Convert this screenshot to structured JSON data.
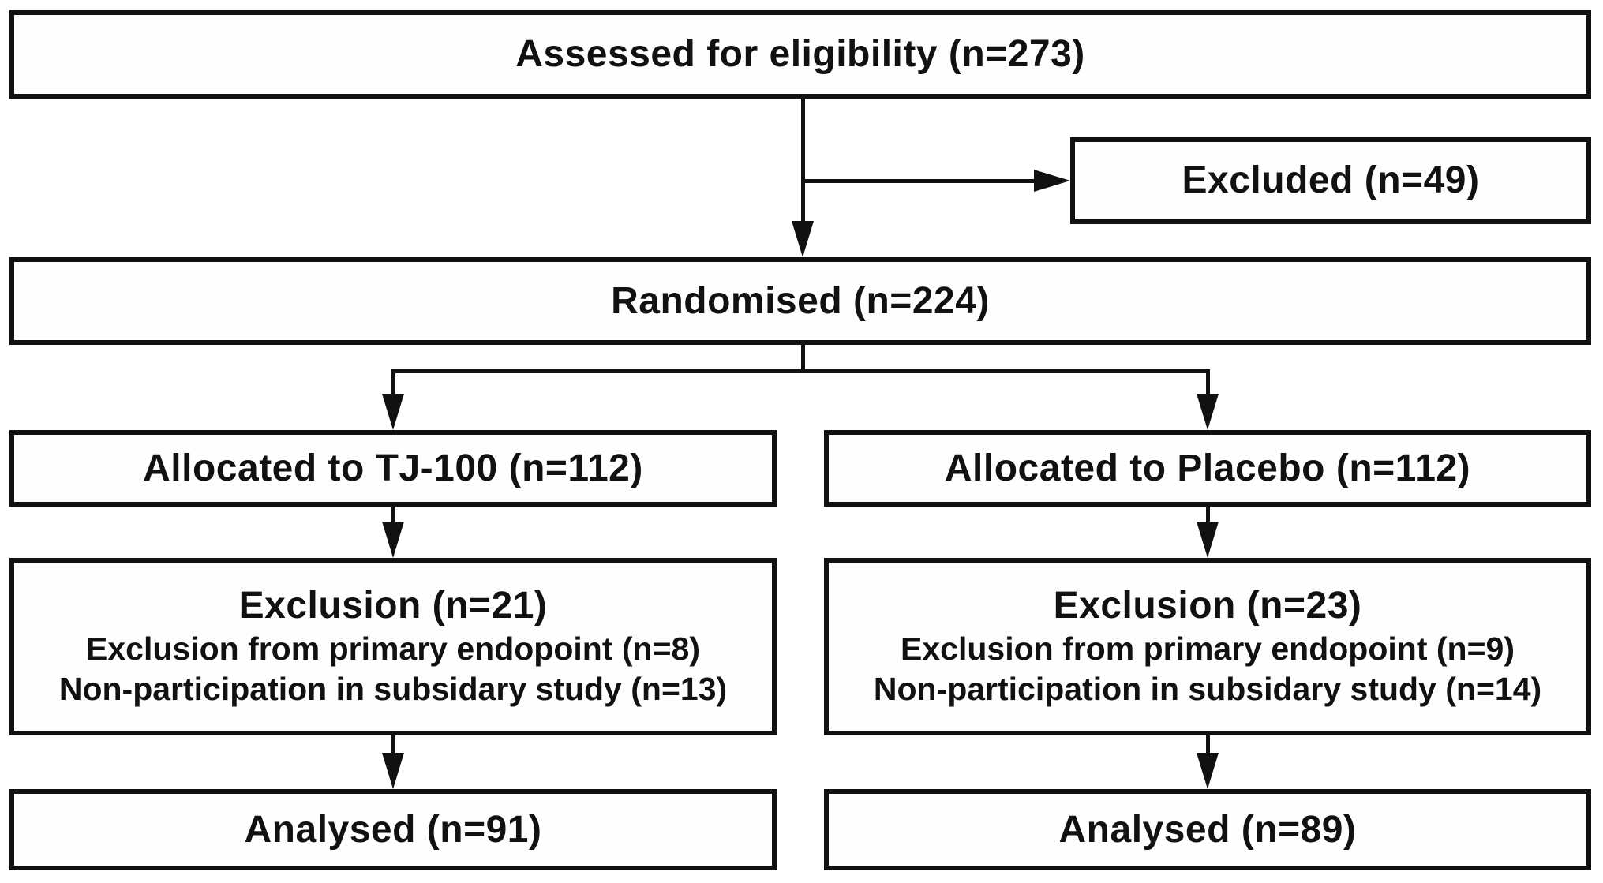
{
  "diagram": {
    "type": "consort-flowchart",
    "colors": {
      "border": "#111111",
      "text": "#111111",
      "background": "#ffffff"
    },
    "nodes": {
      "assessed": {
        "label": "Assessed for eligibility (n=273)"
      },
      "excluded": {
        "label": "Excluded (n=49)"
      },
      "randomised": {
        "label": "Randomised (n=224)"
      },
      "allocated_tj100": {
        "label": "Allocated to TJ-100 (n=112)"
      },
      "allocated_placebo": {
        "label": "Allocated to Placebo (n=112)"
      },
      "exclusion_tj100": {
        "label": "Exclusion (n=21)",
        "lines": [
          "Exclusion from primary endopoint (n=8)",
          "Non-participation in subsidary study (n=13)"
        ]
      },
      "exclusion_placebo": {
        "label": "Exclusion (n=23)",
        "lines": [
          "Exclusion from primary endopoint (n=9)",
          "Non-participation in subsidary study (n=14)"
        ]
      },
      "analysed_tj100": {
        "label": "Analysed (n=91)"
      },
      "analysed_placebo": {
        "label": "Analysed (n=89)"
      }
    },
    "edges": [
      {
        "from": "assessed",
        "to": "randomised"
      },
      {
        "from": "assessed",
        "to": "excluded"
      },
      {
        "from": "randomised",
        "to": "allocated_tj100"
      },
      {
        "from": "randomised",
        "to": "allocated_placebo"
      },
      {
        "from": "allocated_tj100",
        "to": "exclusion_tj100"
      },
      {
        "from": "allocated_placebo",
        "to": "exclusion_placebo"
      },
      {
        "from": "exclusion_tj100",
        "to": "analysed_tj100"
      },
      {
        "from": "exclusion_placebo",
        "to": "analysed_placebo"
      }
    ]
  }
}
